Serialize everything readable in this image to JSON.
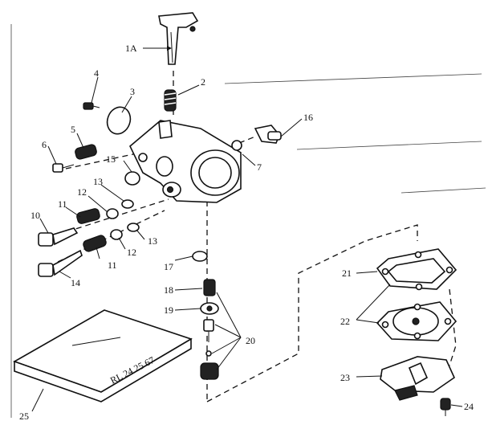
{
  "labels": {
    "p1a": "1A",
    "p2": "2",
    "p3": "3",
    "p4": "4",
    "p5": "5",
    "p6": "6",
    "p7": "7",
    "p10": "10",
    "p11a": "11",
    "p11b": "11",
    "p12a": "12",
    "p12b": "12",
    "p13a": "13",
    "p13b": "13",
    "p14": "14",
    "p15": "15",
    "p16": "16",
    "p17": "17",
    "p18": "18",
    "p19": "19",
    "p20": "20",
    "p21": "21",
    "p22": "22",
    "p23": "23",
    "p24": "24",
    "p25": "25"
  },
  "manual_cover_text": "RL 24 25 67"
}
